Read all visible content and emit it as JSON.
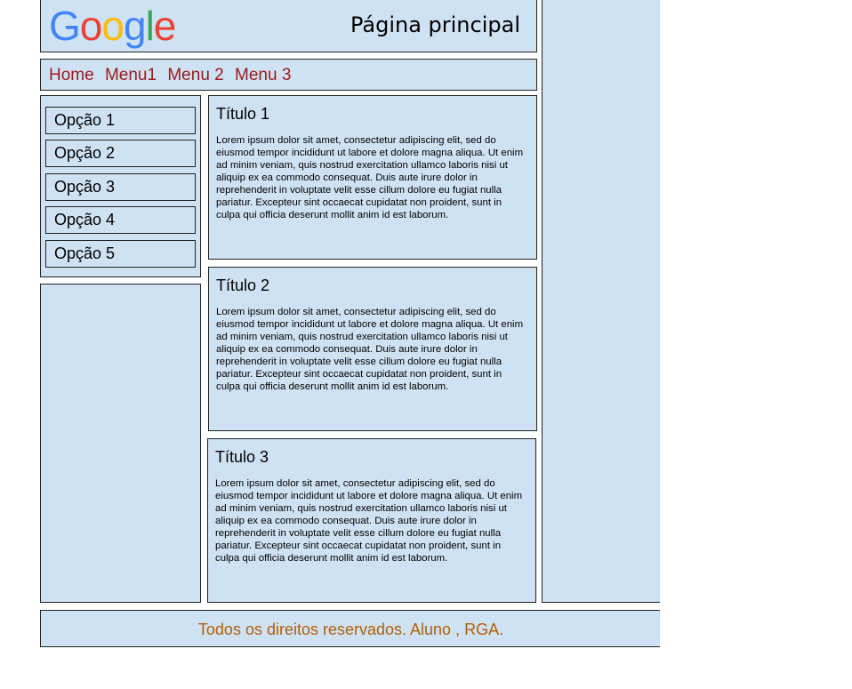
{
  "header": {
    "logo_letters": [
      "G",
      "o",
      "o",
      "g",
      "l",
      "e"
    ],
    "logo_colors": [
      "#4285f4",
      "#ea4335",
      "#fbbc05",
      "#4285f4",
      "#34a853",
      "#ea4335"
    ],
    "title": "Página principal"
  },
  "nav": {
    "items": [
      "Home",
      "Menu1",
      "Menu 2",
      "Menu 3"
    ],
    "color": "#991b1b"
  },
  "sidebar": {
    "options": [
      "Opção 1",
      "Opção 2",
      "Opção 3",
      "Opção 4",
      "Opção 5"
    ]
  },
  "articles": [
    {
      "title": "Título 1",
      "body": "Lorem ipsum dolor sit amet, consectetur adipiscing elit, sed do eiusmod tempor incididunt ut labore et dolore magna aliqua. Ut enim ad minim veniam, quis nostrud exercitation ullamco laboris nisi ut aliquip ex ea commodo consequat. Duis aute irure dolor in reprehenderit in voluptate velit esse cillum dolore eu fugiat nulla pariatur. Excepteur sint occaecat cupidatat non proident, sunt in culpa qui officia deserunt mollit anim id est laborum."
    },
    {
      "title": "Título 2",
      "body": "Lorem ipsum dolor sit amet, consectetur adipiscing elit, sed do eiusmod tempor incididunt ut labore et dolore magna aliqua. Ut enim ad minim veniam, quis nostrud exercitation ullamco laboris nisi ut aliquip ex ea commodo consequat. Duis aute irure dolor in reprehenderit in voluptate velit esse cillum dolore eu fugiat nulla pariatur. Excepteur sint occaecat cupidatat non proident, sunt in culpa qui officia deserunt mollit anim id est laborum."
    },
    {
      "title": "Título 3",
      "body": "Lorem ipsum dolor sit amet, consectetur adipiscing elit, sed do eiusmod tempor incididunt ut labore et dolore magna aliqua. Ut enim ad minim veniam, quis nostrud exercitation ullamco laboris nisi ut aliquip ex ea commodo consequat. Duis aute irure dolor in reprehenderit in voluptate velit esse cillum dolore eu fugiat nulla pariatur. Excepteur sint occaecat cupidatat non proident, sunt in culpa qui officia deserunt mollit anim id est laborum."
    }
  ],
  "footer": {
    "text": "Todos os direitos reservados. Aluno , RGA.",
    "color": "#b45f06"
  },
  "colors": {
    "panel_bg": "#cfe2f3",
    "border": "#222222"
  }
}
